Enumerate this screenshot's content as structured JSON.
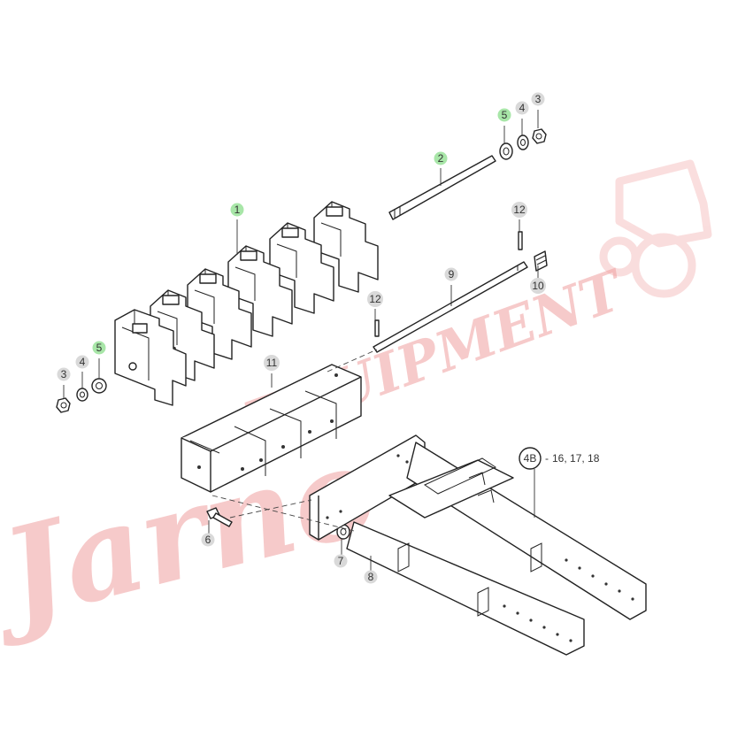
{
  "callouts": [
    {
      "id": "c1",
      "label": "1",
      "highlight": true
    },
    {
      "id": "c2",
      "label": "2",
      "highlight": true
    },
    {
      "id": "c3a",
      "label": "3",
      "highlight": false
    },
    {
      "id": "c4a",
      "label": "4",
      "highlight": false
    },
    {
      "id": "c5a",
      "label": "5",
      "highlight": true
    },
    {
      "id": "c3b",
      "label": "3",
      "highlight": false
    },
    {
      "id": "c4b",
      "label": "4",
      "highlight": false
    },
    {
      "id": "c5b",
      "label": "5",
      "highlight": true
    },
    {
      "id": "c6",
      "label": "6",
      "highlight": false
    },
    {
      "id": "c7",
      "label": "7",
      "highlight": false
    },
    {
      "id": "c8",
      "label": "8",
      "highlight": false
    },
    {
      "id": "c9",
      "label": "9",
      "highlight": false
    },
    {
      "id": "c10",
      "label": "10",
      "highlight": false
    },
    {
      "id": "c11",
      "label": "11",
      "highlight": false
    },
    {
      "id": "c12a",
      "label": "12",
      "highlight": false
    },
    {
      "id": "c12b",
      "label": "12",
      "highlight": false
    }
  ],
  "assembly_ref": {
    "label": "4B",
    "sublabel": "16, 17, 18"
  },
  "watermark": {
    "line1": "Jarno",
    "line2": "EQUIPMENT"
  },
  "colors": {
    "highlight": "#a8e6a8",
    "neutral": "#d9d9d9",
    "watermark": "#f0a0a0"
  }
}
